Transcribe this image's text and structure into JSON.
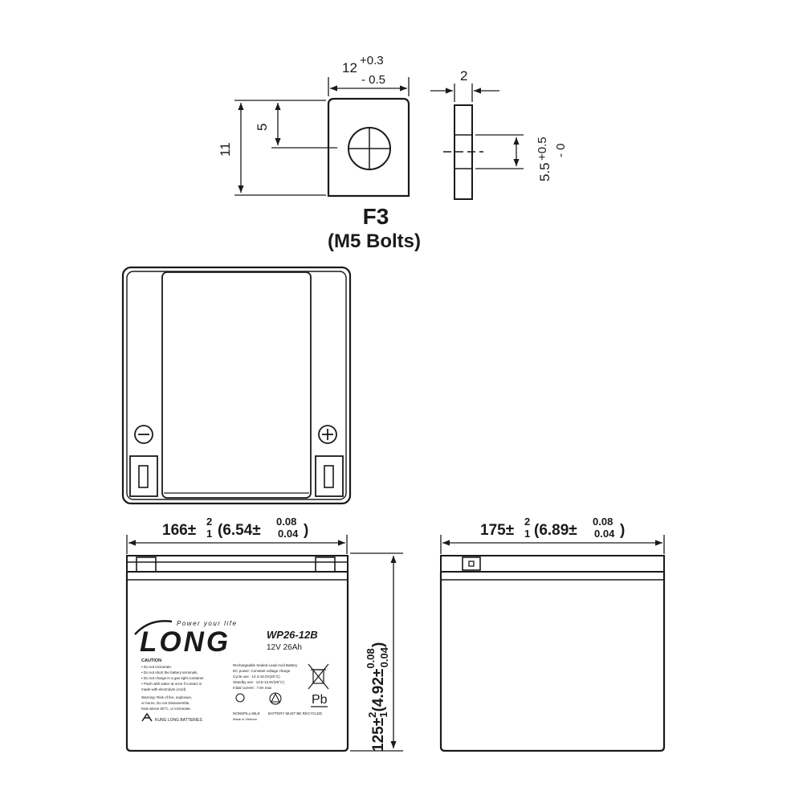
{
  "terminal": {
    "width_main": "12",
    "width_tol_plus": "+0.3",
    "width_tol_minus": "- 0.5",
    "thickness": "2",
    "height": "11",
    "hole_offset": "5",
    "hole_main": "5.5",
    "hole_tol_plus": "+0.5",
    "hole_tol_minus": "- 0",
    "type_label": "F3",
    "bolt_label": "(M5 Bolts)"
  },
  "top_view": {
    "negative_symbol": "⊖",
    "positive_symbol": "⊕"
  },
  "length_dimension": {
    "main": "166±",
    "tol_up": "2",
    "tol_down": "1",
    "inch": "(6.54±",
    "inch_up": "0.08",
    "inch_down": "0.04",
    "close": ")"
  },
  "width_dimension": {
    "main": "175±",
    "tol_up": "2",
    "tol_down": "1",
    "inch": "(6.89±",
    "inch_up": "0.08",
    "inch_down": "0.04",
    "close": ")"
  },
  "height_dimension": {
    "main": "125±",
    "tol_up": "2",
    "tol_down": "1",
    "inch": "(4.92±",
    "inch_up": "0.08",
    "inch_down": "0.04",
    "close": ")"
  },
  "label": {
    "brand": "LONG",
    "slogan": "Power your life",
    "model": "WP26-12B",
    "rating": "12V 26Ah",
    "caution_title": "CAUTION",
    "caution_lines": [
      "• Do not incinerate.",
      "• Do not short the battery terminals.",
      "• Do not charge in a gas tight container.",
      "• Flush with water at once if contact is",
      "  made with electrolyte (Acid)."
    ],
    "warning_lines": [
      "Warning: Risk of fire, explosion,",
      "or burns. Do not Disassemble,",
      "heat above 60°C, or incinerate."
    ],
    "spec_lines": [
      "Rechargeable Sealed Lead-Acid Battery",
      "DC power: Constant voltage charge",
      "Cycle use : 14.4-15.0V(25°C)",
      "Standby use : 13.5-13.8V(25°C)",
      "Initial current : 7.8A max"
    ],
    "nonspillable": "NONSPILLABLE",
    "recycle": "BATTERY MUST BE RECYCLED",
    "made_in": "Made in Vietnam",
    "pb": "Pb",
    "company": "KUNG LONG BATTERIES"
  }
}
